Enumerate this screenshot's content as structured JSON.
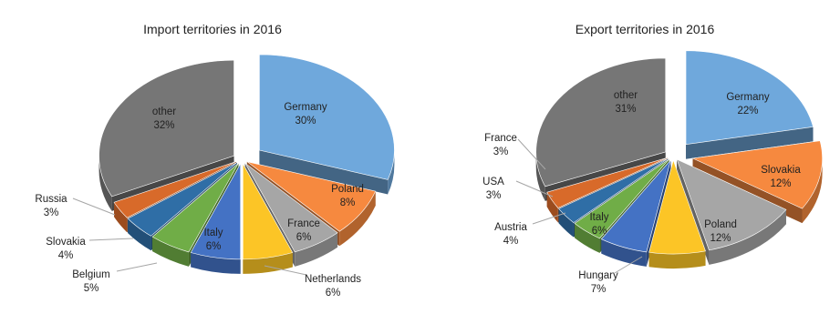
{
  "chart_data": [
    {
      "type": "pie",
      "title": "Import territories in 2016",
      "legend": "none",
      "slices": [
        {
          "name": "Germany",
          "value": 30,
          "label": "30%",
          "color": "#6fa8dc"
        },
        {
          "name": "Poland",
          "value": 8,
          "label": "8%",
          "color": "#f6893f"
        },
        {
          "name": "France",
          "value": 6,
          "label": "6%",
          "color": "#a6a6a6"
        },
        {
          "name": "Netherlands",
          "value": 6,
          "label": "6%",
          "color": "#fcc526"
        },
        {
          "name": "Italy",
          "value": 6,
          "label": "6%",
          "color": "#4472c4"
        },
        {
          "name": "Belgium",
          "value": 5,
          "label": "5%",
          "color": "#70ad47"
        },
        {
          "name": "Slovakia",
          "value": 4,
          "label": "4%",
          "color": "#2f6ea6"
        },
        {
          "name": "Russia",
          "value": 3,
          "label": "3%",
          "color": "#d86a2a"
        },
        {
          "name": "other",
          "value": 32,
          "label": "32%",
          "color": "#767676"
        }
      ]
    },
    {
      "type": "pie",
      "title": "Export territories in 2016",
      "legend": "none",
      "slices": [
        {
          "name": "Germany",
          "value": 22,
          "label": "22%",
          "color": "#6fa8dc"
        },
        {
          "name": "Slovakia",
          "value": 12,
          "label": "12%",
          "color": "#f6893f"
        },
        {
          "name": "Poland",
          "value": 12,
          "label": "12%",
          "color": "#a6a6a6"
        },
        {
          "name": "Hungary",
          "value": 7,
          "label": "7%",
          "color": "#fcc526"
        },
        {
          "name": "Italy",
          "value": 6,
          "label": "6%",
          "color": "#4472c4"
        },
        {
          "name": "Austria",
          "value": 4,
          "label": "4%",
          "color": "#70ad47"
        },
        {
          "name": "USA",
          "value": 3,
          "label": "3%",
          "color": "#2f6ea6"
        },
        {
          "name": "France",
          "value": 3,
          "label": "3%",
          "color": "#d86a2a"
        },
        {
          "name": "other",
          "value": 31,
          "label": "31%",
          "color": "#767676"
        }
      ]
    }
  ]
}
